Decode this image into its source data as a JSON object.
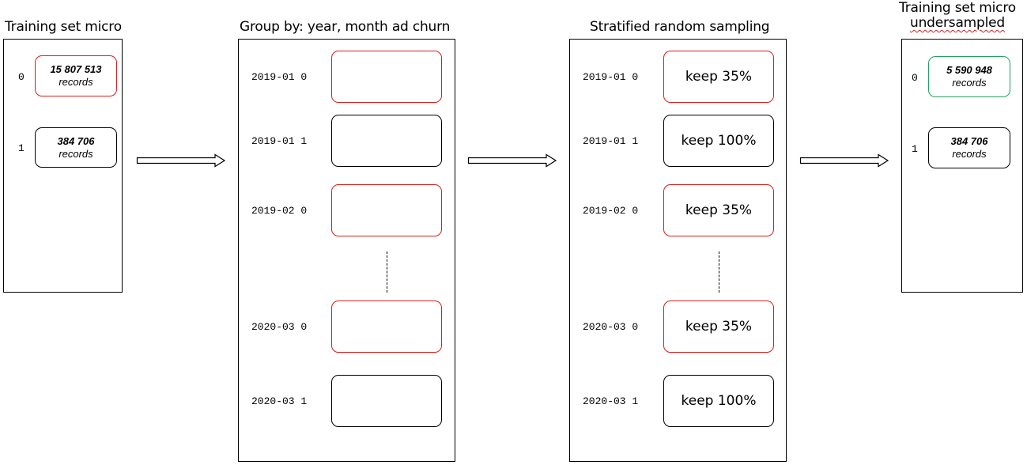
{
  "panel1": {
    "title": "Training set micro",
    "rows": [
      {
        "key": "0",
        "count": "15 807 513",
        "unit": "records"
      },
      {
        "key": "1",
        "count": "384 706",
        "unit": "records"
      }
    ]
  },
  "panel2": {
    "title": "Group by: year, month ad churn",
    "rows": [
      {
        "key": "2019-01 0"
      },
      {
        "key": "2019-01 1"
      },
      {
        "key": "2019-02 0"
      },
      {
        "key": "2020-03 0"
      },
      {
        "key": "2020-03 1"
      }
    ]
  },
  "panel3": {
    "title": "Stratified random sampling",
    "rows": [
      {
        "key": "2019-01 0",
        "label": "keep 35%"
      },
      {
        "key": "2019-01 1",
        "label": "keep 100%"
      },
      {
        "key": "2019-02 0",
        "label": "keep 35%"
      },
      {
        "key": "2020-03 0",
        "label": "keep 35%"
      },
      {
        "key": "2020-03 1",
        "label": "keep 100%"
      }
    ]
  },
  "panel4": {
    "title_line1": "Training set micro",
    "title_line2": "undersampled",
    "rows": [
      {
        "key": "0",
        "count": "5 590 948",
        "unit": "records"
      },
      {
        "key": "1",
        "count": "384 706",
        "unit": "records"
      }
    ]
  },
  "colors": {
    "churn_0_border": "#d81e1e",
    "result_0_border": "#22a060",
    "churn_1_border": "#000000"
  }
}
